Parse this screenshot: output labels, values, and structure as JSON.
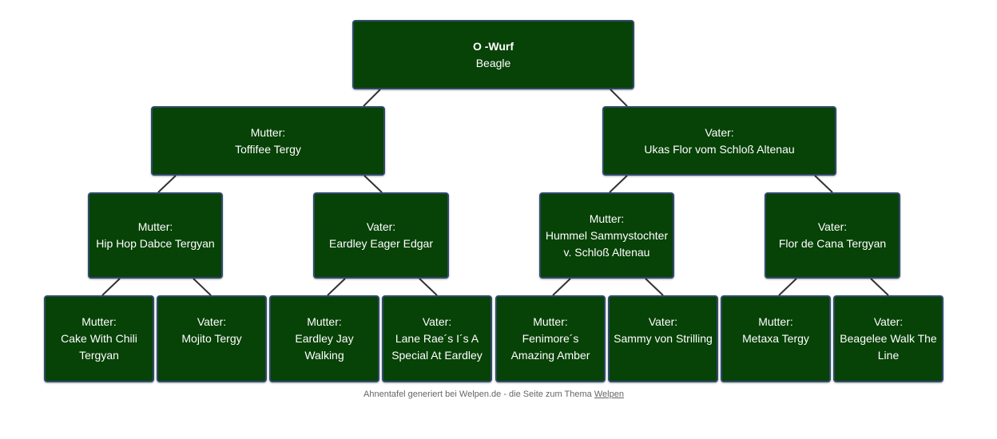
{
  "root": {
    "line1": "O -Wurf",
    "line2": "Beagle"
  },
  "level1": {
    "mother": {
      "role": "Mutter:",
      "name": "Toffifee Tergy"
    },
    "father": {
      "role": "Vater:",
      "name": "Ukas Flor vom Schloß Altenau"
    }
  },
  "level2": {
    "mm": {
      "role": "Mutter:",
      "name": "Hip Hop Dabce Tergyan"
    },
    "mf": {
      "role": "Vater:",
      "name": "Eardley Eager Edgar"
    },
    "fm": {
      "role": "Mutter:",
      "name1": "Hummel Sammystochter",
      "name2": "v. Schloß Altenau"
    },
    "ff": {
      "role": "Vater:",
      "name": "Flor de Cana Tergyan"
    }
  },
  "level3": {
    "mmm": {
      "role": "Mutter:",
      "name1": "Cake With Chili",
      "name2": "Tergyan"
    },
    "mmf": {
      "role": "Vater:",
      "name": "Mojito Tergy"
    },
    "mfm": {
      "role": "Mutter:",
      "name1": "Eardley Jay",
      "name2": "Walking"
    },
    "mff": {
      "role": "Vater:",
      "name1": "Lane Rae´s I´s A",
      "name2": "Special At Eardley"
    },
    "fmm": {
      "role": "Mutter:",
      "name1": "Fenimore´s",
      "name2": "Amazing Amber"
    },
    "fmf": {
      "role": "Vater:",
      "name": "Sammy von Strilling"
    },
    "ffm": {
      "role": "Mutter:",
      "name": "Metaxa Tergy"
    },
    "fff": {
      "role": "Vater:",
      "name1": "Beagelee Walk The",
      "name2": "Line"
    }
  },
  "footer": {
    "text": "Ahnentafel generiert bei Welpen.de - die Seite zum Thema ",
    "link": "Welpen"
  },
  "colors": {
    "node_fill": "#074207",
    "node_border": "#2f4a6b",
    "connector": "#333333"
  }
}
